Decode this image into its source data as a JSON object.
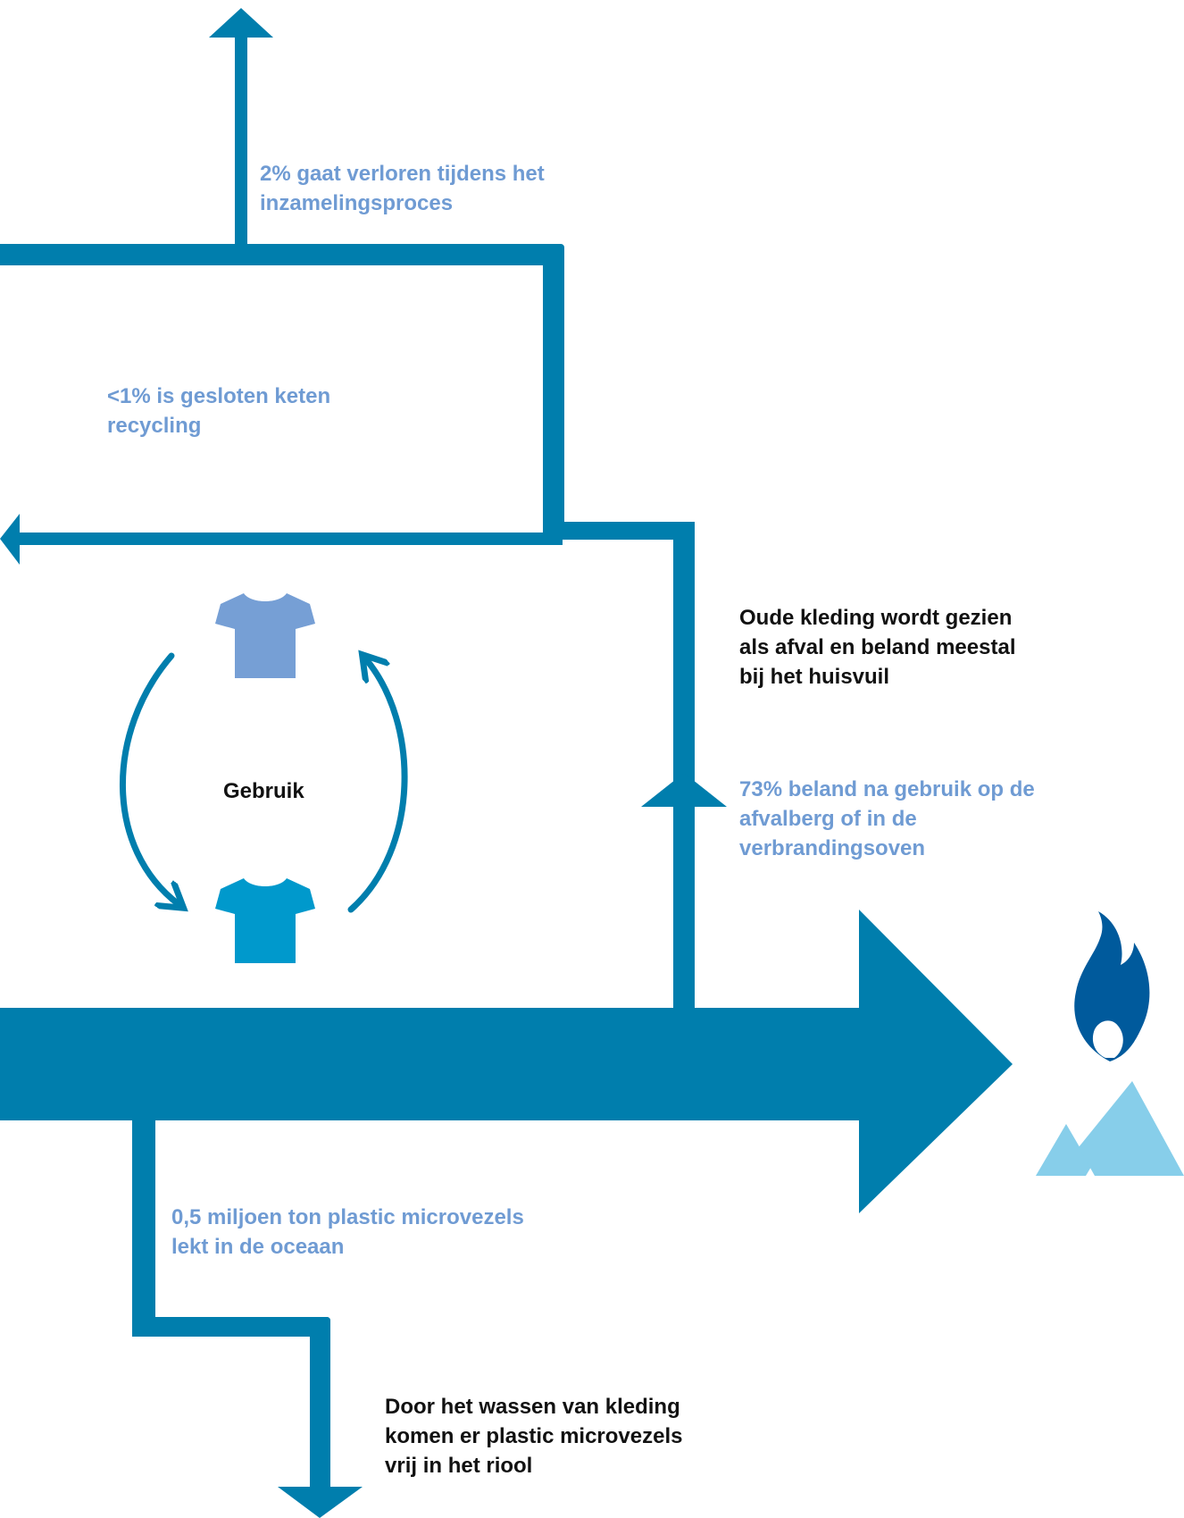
{
  "flows": {
    "collection_loss": "2% gaat verloren tijdens het inzamelingsproces",
    "closed_loop": "<1% is gesloten keten recycling",
    "landfill": "73% beland na gebruik op de afvalberg of in de verbrandingsoven",
    "ocean": "0,5 miljoen ton plastic microvezels lekt in de oceaan"
  },
  "notes": {
    "old_clothes": "Oude kleding wordt gezien als afval en beland meestal bij het huisvuil",
    "washing": "Door het wassen van kleding komen er plastic microvezels vrij in het riool"
  },
  "cycle": {
    "label": "Gebruik"
  },
  "icons": {
    "shirt_top": "tshirt-icon",
    "shirt_bottom": "tshirt-icon",
    "flame": "flame-icon",
    "mountains": "landfill-mountain-icon"
  },
  "colors": {
    "flow": "#007ead",
    "text_highlight": "#6f9bd3",
    "text_dark": "#111111",
    "shirt_light": "#769fd5",
    "shirt_dark": "#0099cc",
    "flame": "#005a9c",
    "mountain": "#87ceea"
  }
}
